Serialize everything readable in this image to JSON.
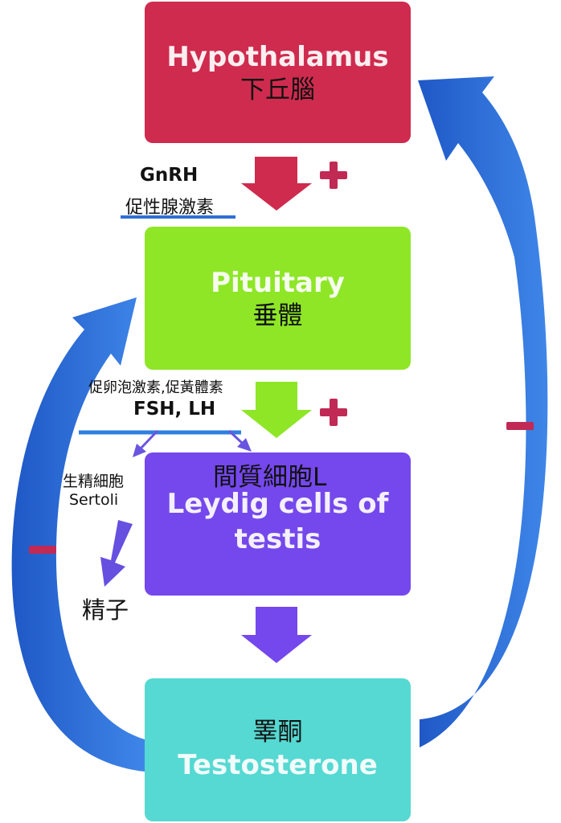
{
  "hypothalamus": {
    "en": "Hypothalamus",
    "zh": "下丘腦"
  },
  "gnrh": {
    "abbr": "GnRH",
    "zh": "促性腺激素"
  },
  "pituitary": {
    "en": "Pituitary",
    "zh": "垂體"
  },
  "fsh_lh": {
    "zh": "促卵泡激素,促黃體素",
    "abbr": "FSH, LH"
  },
  "leydig": {
    "zh": "間質細胞L",
    "en_line1": "Leydig cells of",
    "en_line2": "testis"
  },
  "sertoli": {
    "zh": "生精細胞",
    "en": "Sertoli"
  },
  "sperm": {
    "zh": "精子"
  },
  "testosterone": {
    "zh": "睪酮",
    "en": "Testosterone"
  },
  "colors": {
    "hypothalamus": "#cf2b4e",
    "pituitary": "#8ee627",
    "leydig": "#7448ec",
    "testosterone": "#55d9d2",
    "feedback_arrow": "#2f6fd6",
    "sign": "#c02a55"
  }
}
